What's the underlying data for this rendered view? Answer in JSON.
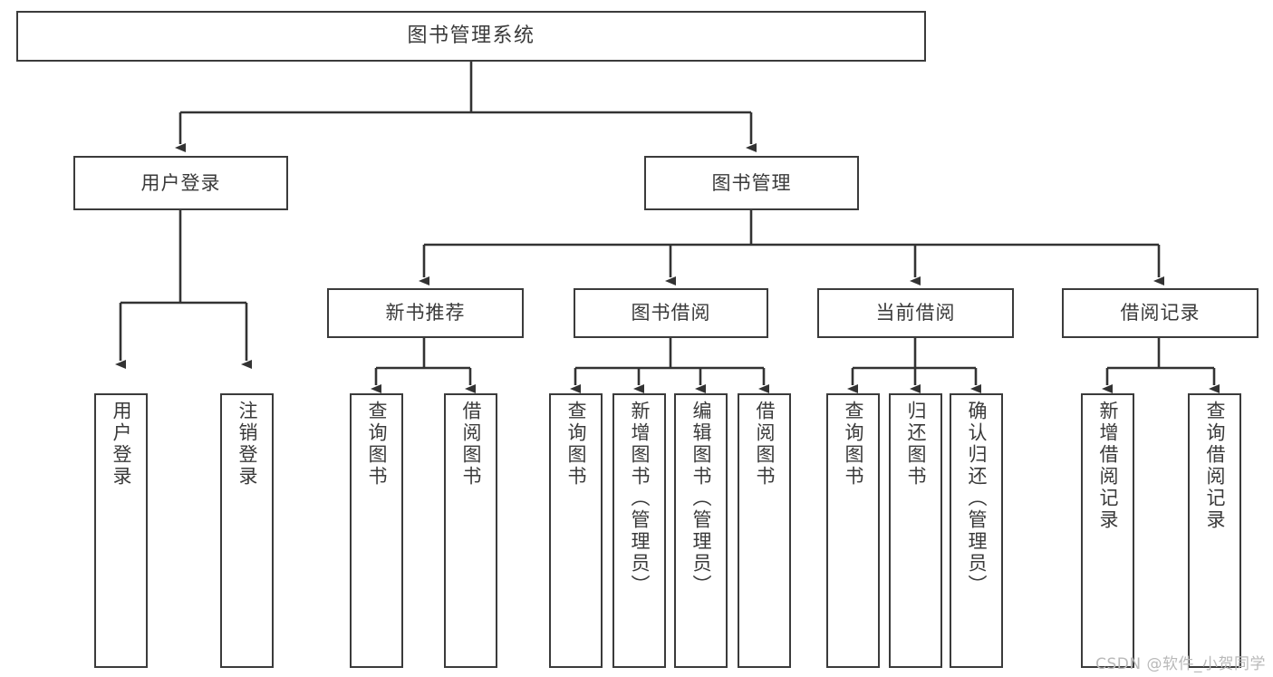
{
  "diagram": {
    "title": "图书管理系统",
    "type": "tree",
    "watermark": "CSDN @软件_小贺同学",
    "colors": {
      "background": "#ffffff",
      "box_border": "#3b3b3b",
      "text": "#3a3a3a",
      "connector": "#333333",
      "watermark": "#b9b9b9"
    },
    "root": {
      "label": "图书管理系统"
    },
    "level1": [
      {
        "label": "用户登录"
      },
      {
        "label": "图书管理"
      }
    ],
    "level2": [
      {
        "label": "新书推荐"
      },
      {
        "label": "图书借阅"
      },
      {
        "label": "当前借阅"
      },
      {
        "label": "借阅记录"
      }
    ],
    "leaves": {
      "user_login": [
        {
          "label": "用户登录"
        },
        {
          "label": "注销登录"
        }
      ],
      "new_book_recommend": [
        {
          "label": "查询图书"
        },
        {
          "label": "借阅图书"
        }
      ],
      "book_borrow": [
        {
          "label": "查询图书"
        },
        {
          "label": "新增图书（管理员）"
        },
        {
          "label": "编辑图书（管理员）"
        },
        {
          "label": "借阅图书"
        }
      ],
      "current_borrow": [
        {
          "label": "查询图书"
        },
        {
          "label": "归还图书"
        },
        {
          "label": "确认归还（管理员）"
        }
      ],
      "borrow_record": [
        {
          "label": "新增借阅记录"
        },
        {
          "label": "查询借阅记录"
        }
      ]
    }
  }
}
